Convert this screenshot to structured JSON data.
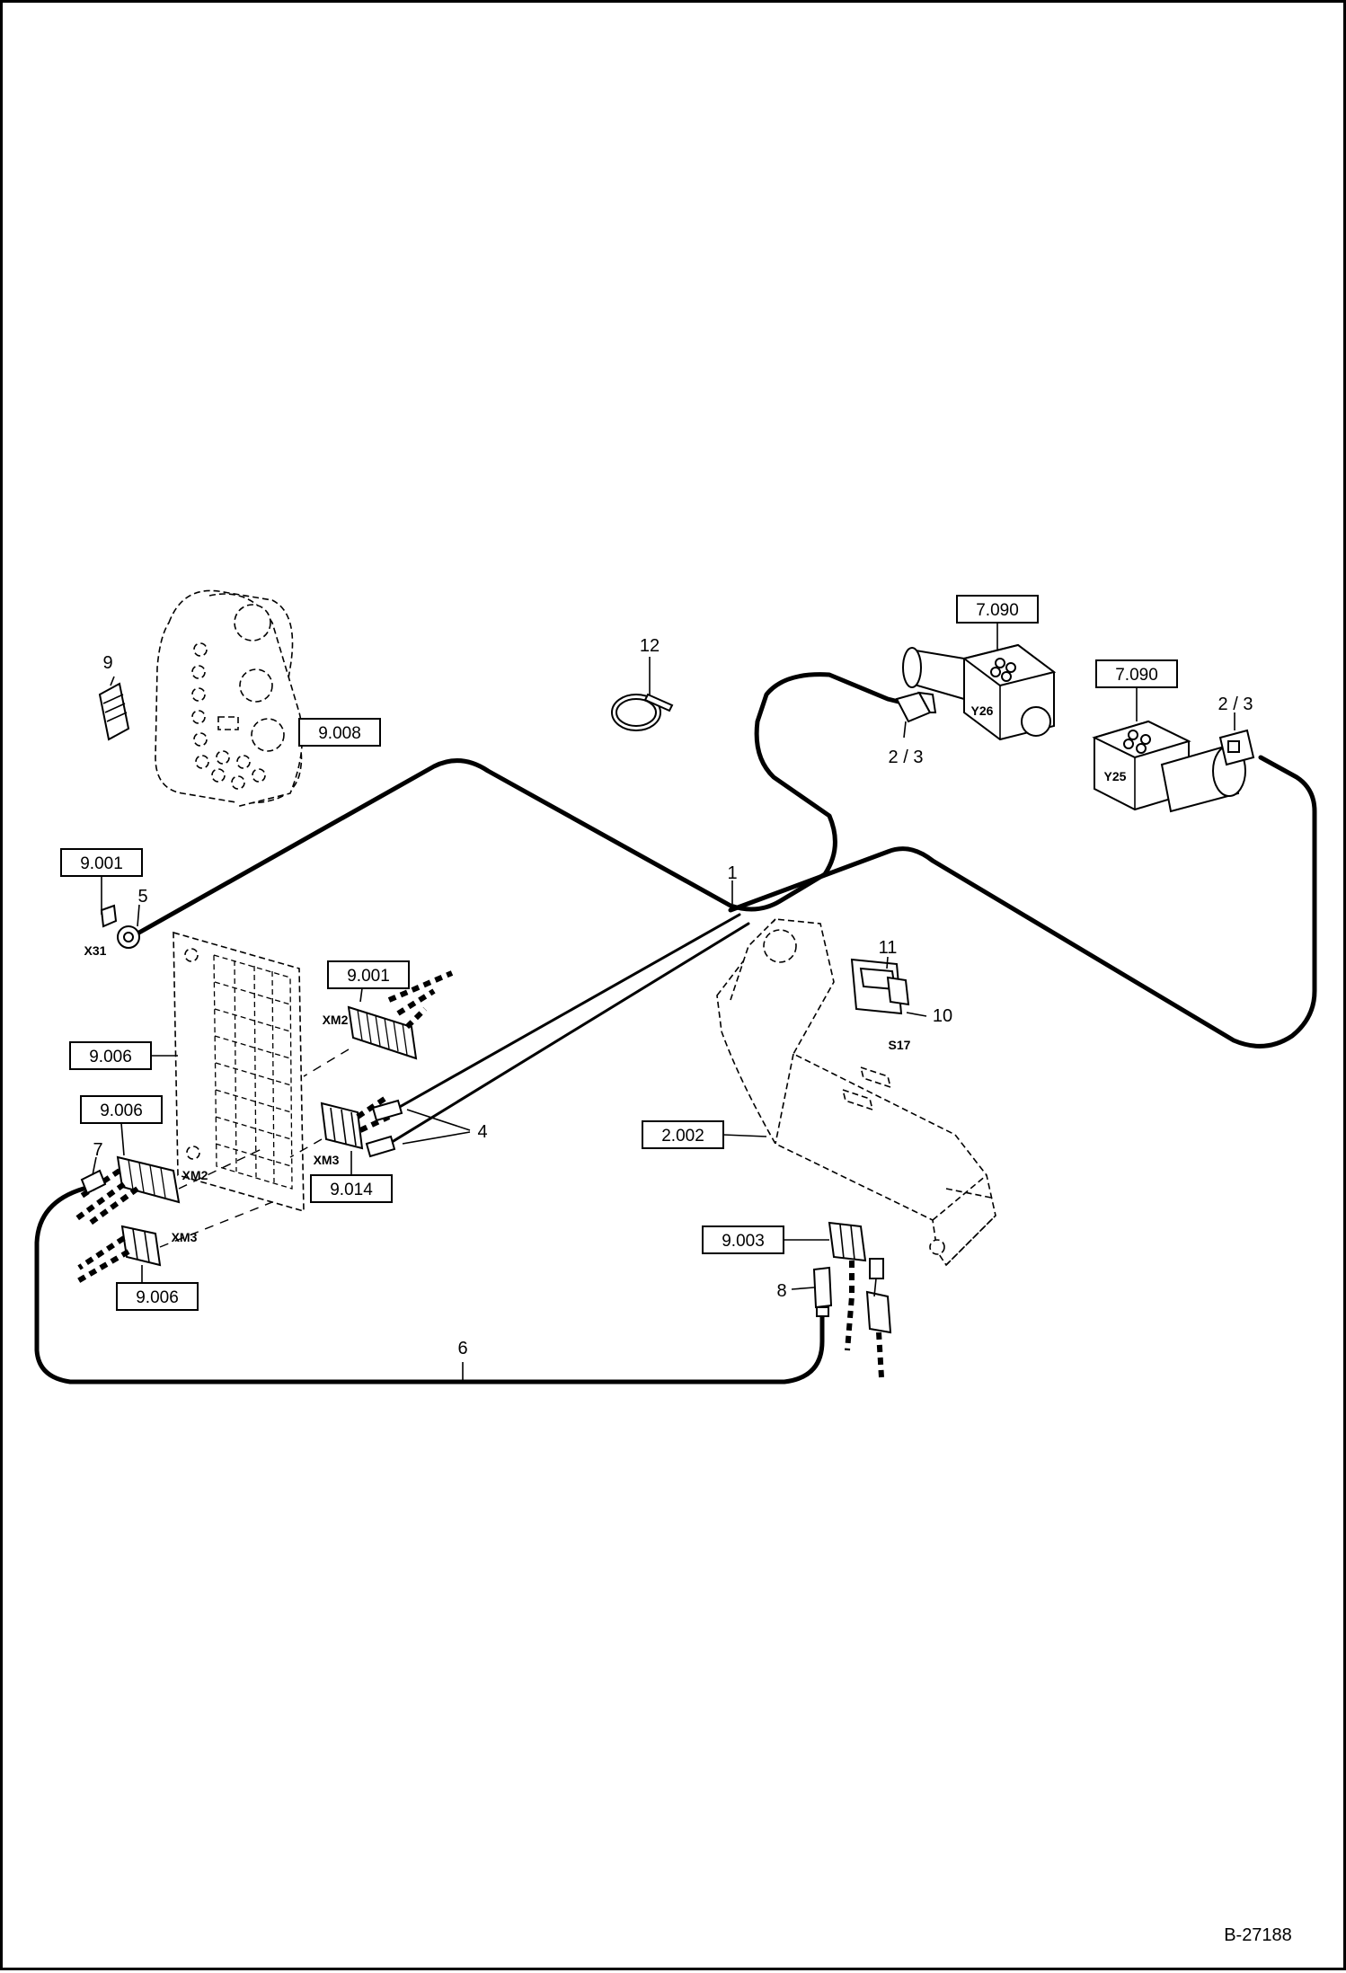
{
  "references": {
    "ref_9008": "9.008",
    "ref_9001_top": "9.001",
    "ref_9001_mid": "9.001",
    "ref_9006_board": "9.006",
    "ref_9006_left": "9.006",
    "ref_9006_bottom": "9.006",
    "ref_9014": "9.014",
    "ref_7090_a": "7.090",
    "ref_7090_b": "7.090",
    "ref_2002": "2.002",
    "ref_9003": "9.003"
  },
  "item_numbers": {
    "n1": "1",
    "n23_a": "2 / 3",
    "n23_b": "2 / 3",
    "n4": "4",
    "n5": "5",
    "n6": "6",
    "n7": "7",
    "n8": "8",
    "n9": "9",
    "n10": "10",
    "n11": "11",
    "n12": "12"
  },
  "component_labels": {
    "x31": "X31",
    "xm2_a": "XM2",
    "xm3_a": "XM3",
    "xm2_b": "XM2",
    "xm3_b": "XM3",
    "y26": "Y26",
    "y25": "Y25",
    "s17": "S17"
  },
  "drawing_code": "B-27188"
}
